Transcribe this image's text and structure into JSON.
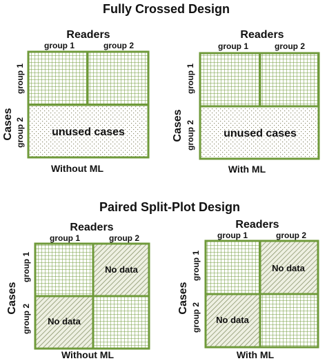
{
  "sections": [
    {
      "title": "Fully Crossed Design",
      "panels": [
        {
          "readers_label": "Readers",
          "reader_group_1": "group 1",
          "reader_group_2": "group 2",
          "cases_label": "Cases",
          "case_group_1": "group 1",
          "case_group_2": "group 2",
          "cell_text": "unused cases",
          "caption": "Without ML"
        },
        {
          "readers_label": "Readers",
          "reader_group_1": "group 1",
          "reader_group_2": "group 2",
          "cases_label": "Cases",
          "case_group_1": "group 1",
          "case_group_2": "group 2",
          "cell_text": "unused cases",
          "caption": "With ML"
        }
      ]
    },
    {
      "title": "Paired Split-Plot Design",
      "panels": [
        {
          "readers_label": "Readers",
          "reader_group_1": "group 1",
          "reader_group_2": "group 2",
          "cases_label": "Cases",
          "case_group_1": "group 1",
          "case_group_2": "group 2",
          "cell_text": "No data",
          "caption": "Without ML"
        },
        {
          "readers_label": "Readers",
          "reader_group_1": "group 1",
          "reader_group_2": "group 2",
          "cases_label": "Cases",
          "case_group_1": "group 1",
          "case_group_2": "group 2",
          "cell_text": "No data",
          "caption": "With ML"
        }
      ]
    }
  ],
  "colors": {
    "border": "#6f9a3a",
    "grid": "#6f9a3a",
    "dots": "#8a8a6a",
    "hatch": "#7f8a5e",
    "hatch_bg": "#eef0e2"
  }
}
